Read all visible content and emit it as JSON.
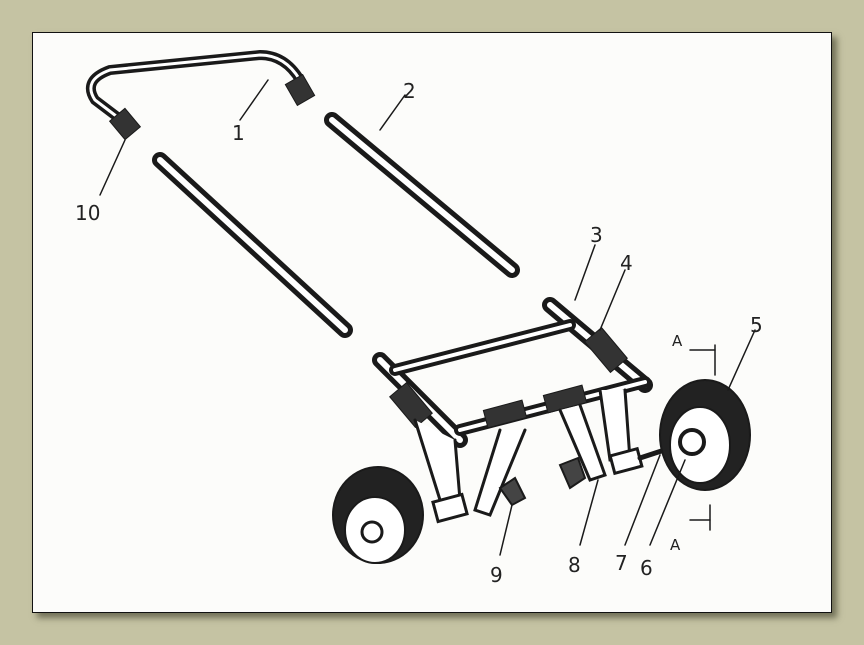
{
  "diagram": {
    "part_labels": [
      "1",
      "2",
      "3",
      "4",
      "5",
      "6",
      "7",
      "8",
      "9",
      "10"
    ],
    "section_marker": "A",
    "colors": {
      "background": "#c5c3a3",
      "paper": "#fcfcfa",
      "ink": "#1a1a1a"
    }
  }
}
